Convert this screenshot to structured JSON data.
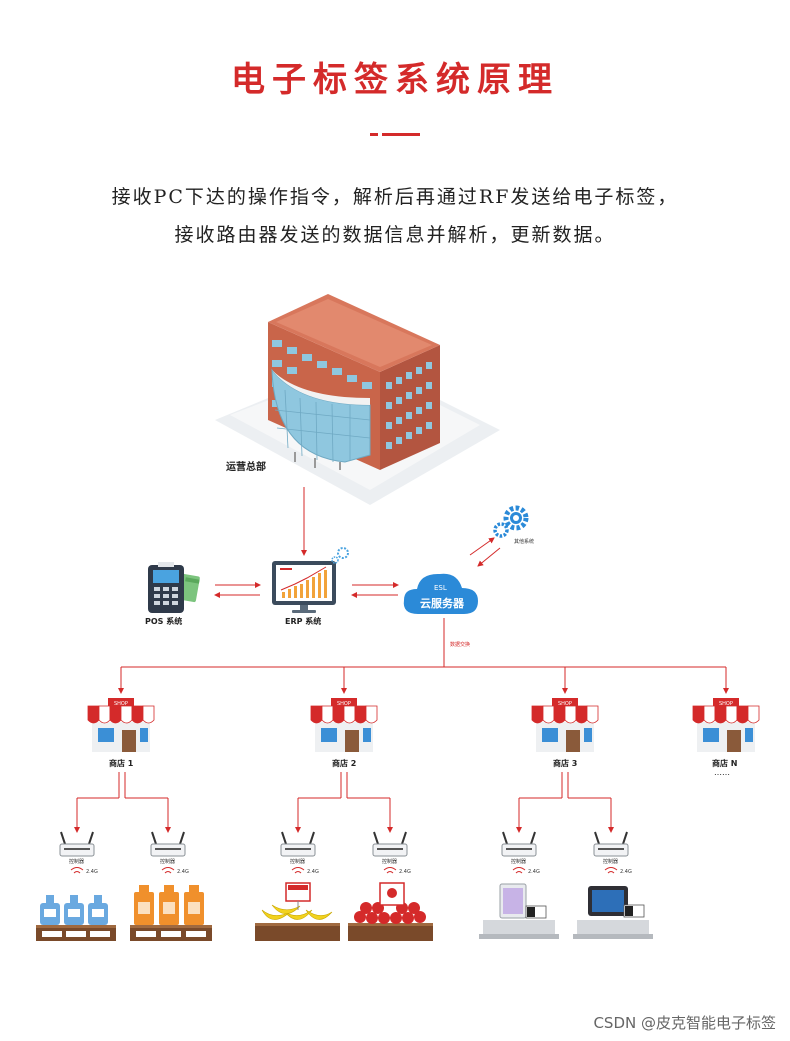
{
  "title": "电子标签系统原理",
  "description": [
    "接收PC下达的操作指令，解析后再通过RF发送给电子标签，",
    "接收路由器发送的数据信息并解析，更新数据。"
  ],
  "nodes": {
    "hq": "运营总部",
    "pos": "POS 系统",
    "erp": "ERP 系统",
    "server_top": "ESL",
    "server": "云服务器",
    "other": "其他系统",
    "exchange": "数据交换"
  },
  "shops": [
    {
      "sign": "SHOP",
      "label": "商店 1"
    },
    {
      "sign": "SHOP",
      "label": "商店 2"
    },
    {
      "sign": "SHOP",
      "label": "商店 3"
    },
    {
      "sign": "SHOP",
      "label": "商店 N",
      "extra": "……"
    }
  ],
  "router": {
    "label": "控制器",
    "freq": "2.4G"
  },
  "products": [
    "bottles-blue",
    "bottles-orange",
    "bananas",
    "apples",
    "tablet-white",
    "tablet-dark"
  ],
  "watermark": "CSDN @皮克智能电子标签",
  "colors": {
    "accent": "#d42a2a",
    "server": "#2b8ad8",
    "brick": "#c9654a",
    "glass": "#8fc7df"
  }
}
